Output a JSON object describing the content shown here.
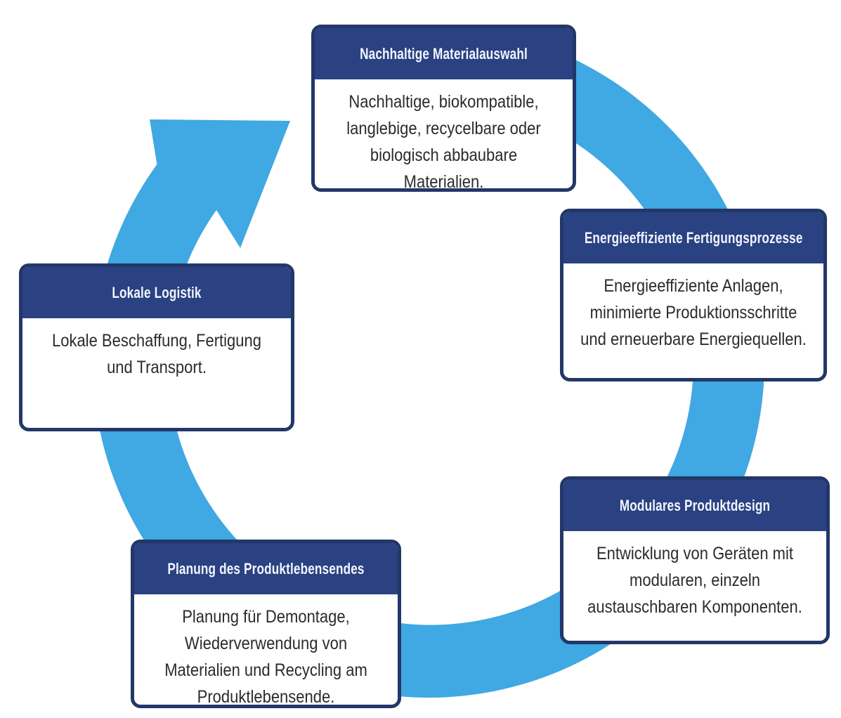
{
  "diagram": {
    "type": "cycle",
    "direction": "clockwise",
    "colors": {
      "ring_blue": "#40a8e2",
      "header_navy": "#2a4182",
      "border_navy": "#233768",
      "header_text": "#f2f5fc",
      "body_text": "#2b2b2b",
      "card_background": "#ffffff",
      "page_background": "#ffffff"
    },
    "steps": [
      {
        "title": "Nachhaltige Materialauswahl",
        "description": "Nachhaltige, biokompatible,\nlanglebige, recycelbare oder\nbiologisch abbaubare\nMaterialien."
      },
      {
        "title": "Energieeffiziente Fertigungsprozesse",
        "description": "Energieeffiziente Anlagen,\nminimierte Produktionsschritte\nund erneuerbare Energiequellen."
      },
      {
        "title": "Modulares Produktdesign",
        "description": "Entwicklung von Geräten mit\nmodularen, einzeln\naustauschbaren Komponenten."
      },
      {
        "title": "Planung des Produktlebensendes",
        "description": "Planung für Demontage,\nWiederverwendung von\nMaterialien und Recycling am\nProduktlebensende."
      },
      {
        "title": "Lokale Logistik",
        "description": "Lokale Beschaffung, Fertigung\nund Transport."
      }
    ]
  }
}
